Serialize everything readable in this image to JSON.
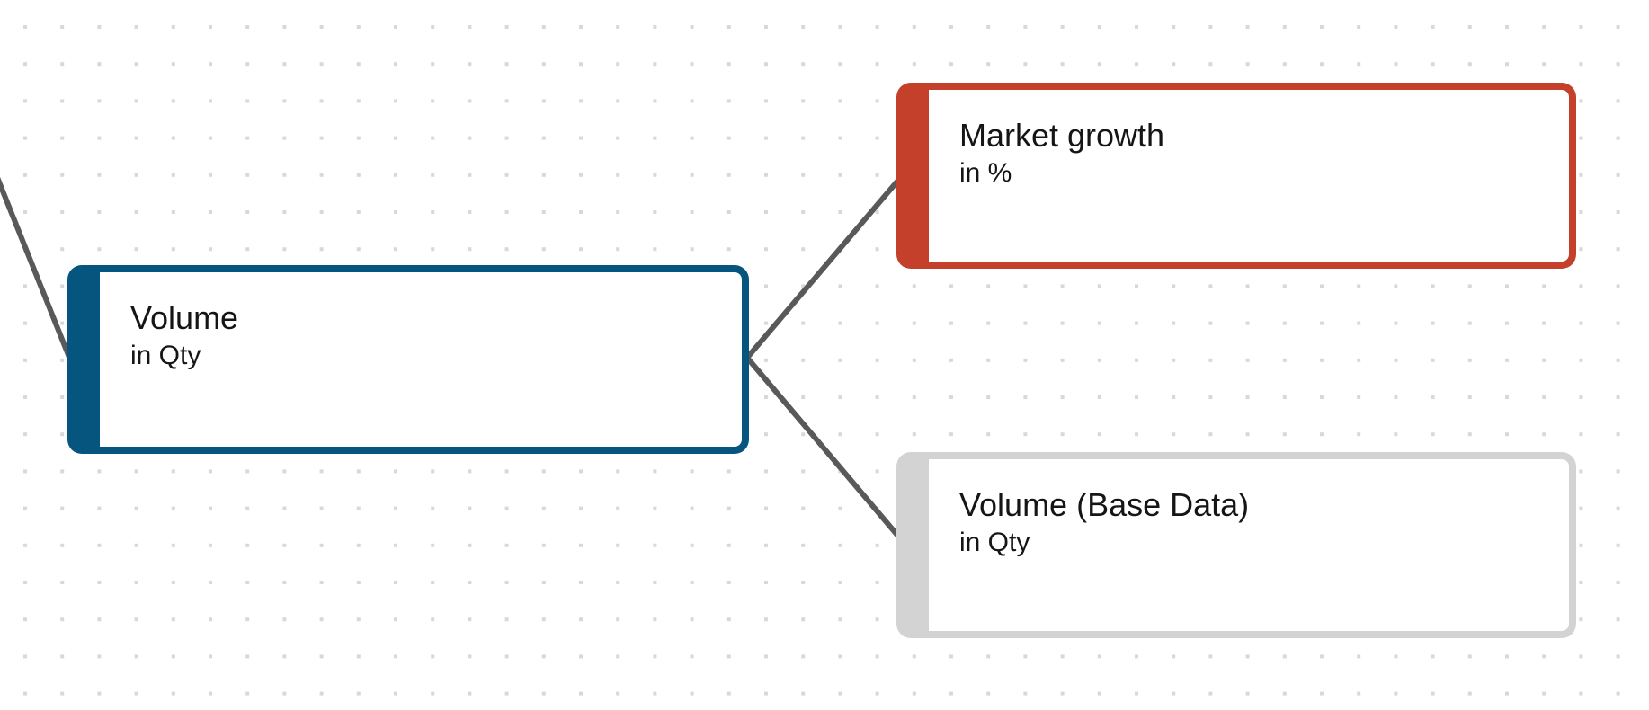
{
  "canvas": {
    "background": "#ffffff",
    "dot_color": "#d8d8d8"
  },
  "connectors": {
    "color": "#595959"
  },
  "nodes": [
    {
      "title": "Volume",
      "unit": "in Qty",
      "accent": "#05557f"
    },
    {
      "title": "Market growth",
      "unit": "in %",
      "accent": "#c4402b"
    },
    {
      "title": "Volume (Base Data)",
      "unit": "in Qty",
      "accent": "#d3d3d3"
    }
  ]
}
